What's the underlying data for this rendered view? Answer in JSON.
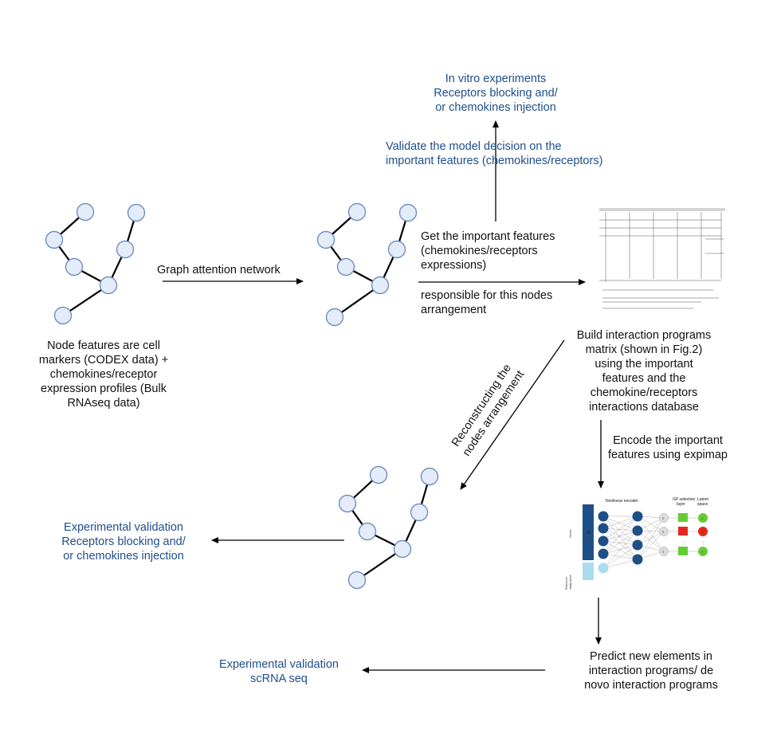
{
  "labels": {
    "invitro_line1": "In vitro experiments",
    "invitro_line2": "Receptors blocking and/",
    "invitro_line3": "or chemokines injection",
    "validate_line1": "Validate the model decision on the",
    "validate_line2": "important features (chemokines/receptors)",
    "gat": "Graph attention network",
    "important_line1": "Get the important features",
    "important_line2": "(chemokines/receptors",
    "important_line3": "expressions)",
    "responsible_line1": "responsible for this nodes",
    "responsible_line2": "arrangement",
    "node_feat_line1": "Node features are cell",
    "node_feat_line2": "markers (CODEX data) +",
    "node_feat_line3": "chemokines/receptor",
    "node_feat_line4": "expression profiles (Bulk",
    "node_feat_line5": "RNAseq data)",
    "build_line1": "Build interaction programs",
    "build_line2": "matrix (shown in Fig.2)",
    "build_line3": "using the important",
    "build_line4": "features and the",
    "build_line5": "chemokine/receptors",
    "build_line6": "interactions database",
    "reconstruct_line1": "Reconstructing the",
    "reconstruct_line2": "nodes arrangement",
    "encode_line1": "Encode the important",
    "encode_line2": "features using expimap",
    "expval1_line1": "Experimental validation",
    "expval1_line2": "Receptors blocking and/",
    "expval1_line3": "or chemokines injection",
    "predict_line1": "Predict new elements in",
    "predict_line2": "interaction programs/ de",
    "predict_line3": "novo interaction programs",
    "expval2_line1": "Experimental validation",
    "expval2_line2": "scRNA seq"
  },
  "expimap": {
    "nonlinear_encoder": "Nonlinear encoder",
    "gp_line1": "GP selection",
    "gp_line2": "layer",
    "latent_line1": "Latent",
    "latent_line2": "space",
    "genes": "Genes",
    "x_symbol": "X",
    "ref_line1": "Reference",
    "ref_line2": "study labels",
    "s_symbol": "S",
    "dots": "⋮"
  },
  "colors": {
    "blue_text": "#1f4e8c",
    "node_fill": "#e3ecf8",
    "node_stroke": "#6e8fbf",
    "encoder_dark": "#1e4f86",
    "encoder_light": "#a9dcef",
    "green": "#66cc33",
    "red": "#e8251c"
  }
}
